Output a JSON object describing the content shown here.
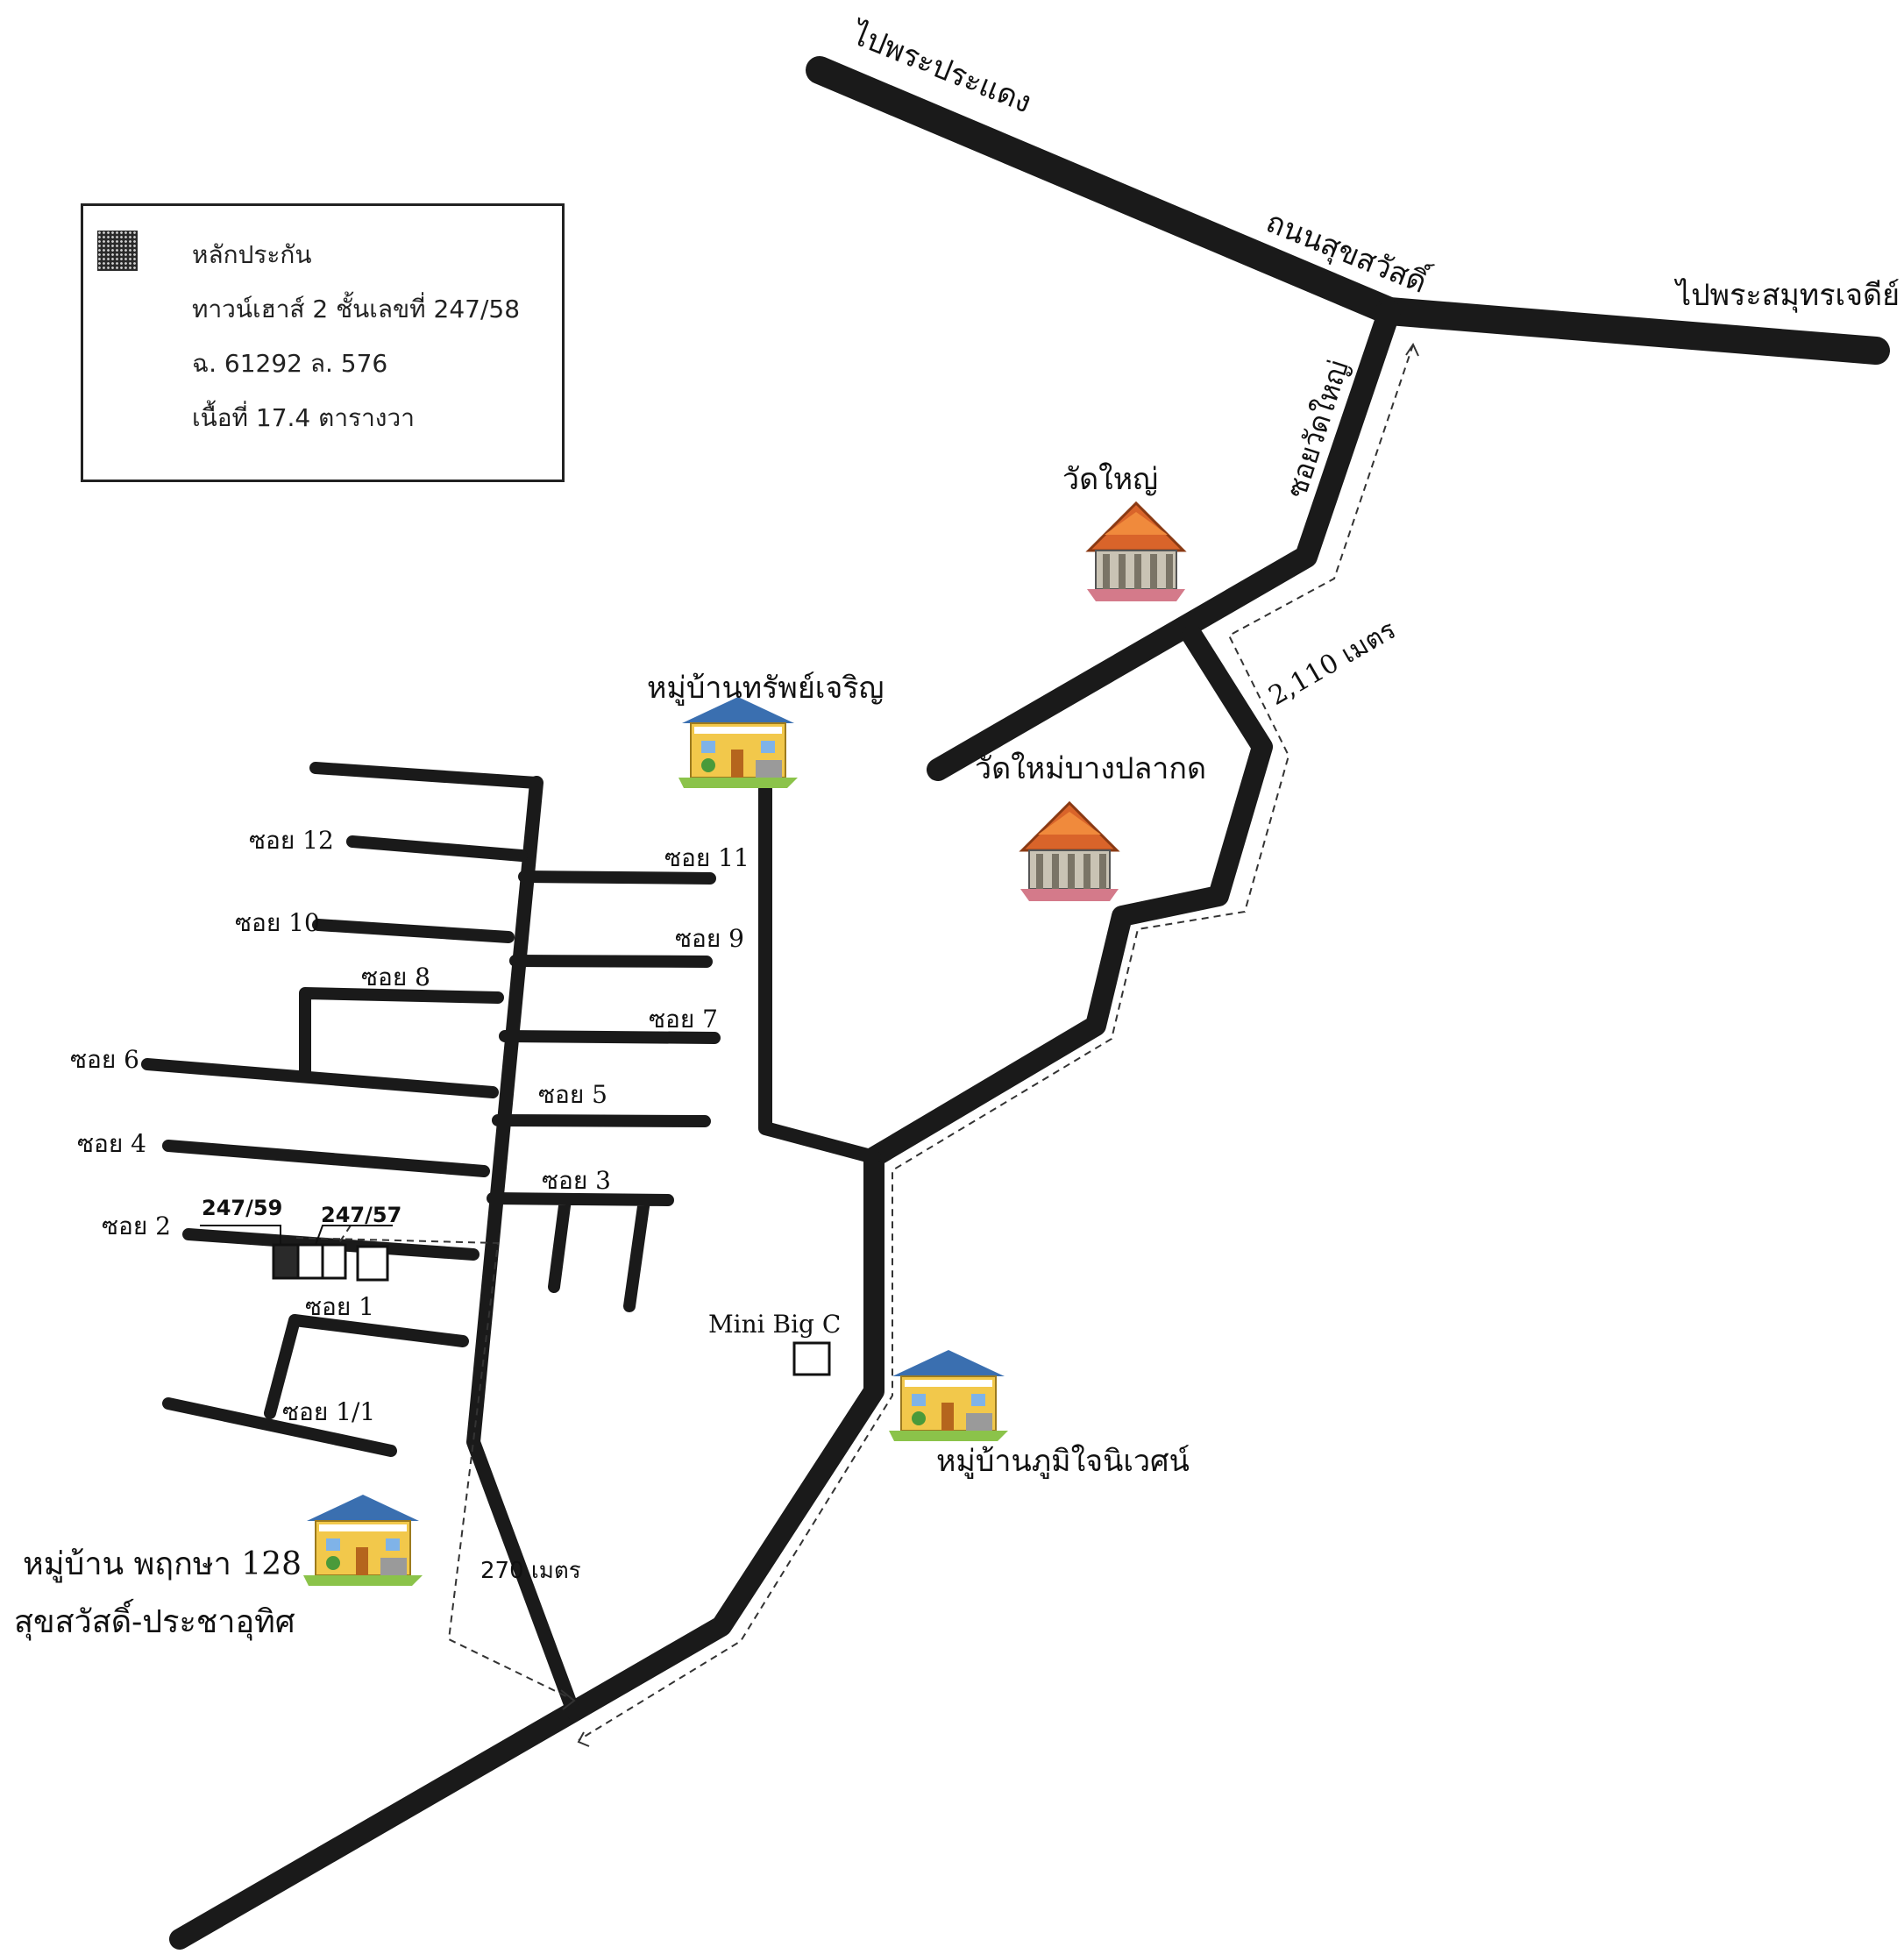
{
  "legend": {
    "line1": "หลักประกัน",
    "line2": "ทาวน์เฮาส์ 2 ชั้นเลขที่ 247/58",
    "line3": "ฉ. 61292 ล. 576",
    "line4": "เนื้อที่ 17.4 ตารางวา"
  },
  "roads": {
    "to_pra_pradaeng": "ไปพระประแดง",
    "sukhasawat": "ถนนสุขสวัสดิ์",
    "to_samut_chedi": "ไปพระสมุทรเจดีย์",
    "soi_wat_yai": "ซอยวัดใหญ่"
  },
  "places": {
    "wat_yai": "วัดใหญ่",
    "wat_mai": "วัดใหม่บางปลากด",
    "village_sap": "หมู่บ้านทรัพย์เจริญ",
    "village_phumjai": "หมู่บ้านภูมิใจนิเวศน์",
    "village_pruksa_1": "หมู่บ้าน พฤกษา 128",
    "village_pruksa_2": "สุขสวัสดิ์-ประชาอุทิศ",
    "mini_big_c": "Mini Big C"
  },
  "distances": {
    "d_2110": "2,110 เมตร",
    "d_270": "270 เมตร"
  },
  "sois": {
    "soi12": "ซอย 12",
    "soi11": "ซอย 11",
    "soi10": "ซอย 10",
    "soi9": "ซอย 9",
    "soi8": "ซอย 8",
    "soi7": "ซอย 7",
    "soi6": "ซอย 6",
    "soi5": "ซอย 5",
    "soi4": "ซอย 4",
    "soi3": "ซอย 3",
    "soi2": "ซอย 2",
    "soi1": "ซอย 1",
    "soi1_1": "ซอย 1/1"
  },
  "units": {
    "u59": "247/59",
    "u57": "247/57"
  },
  "colors": {
    "road": "#1a1a1a",
    "temple_roof": "#d9642a",
    "house_wall": "#f2c84b",
    "house_roof": "#3a6fb0",
    "grass": "#8bc34a"
  },
  "icons": [
    "temple-icon",
    "house-icon",
    "collateral-hatched-icon"
  ]
}
